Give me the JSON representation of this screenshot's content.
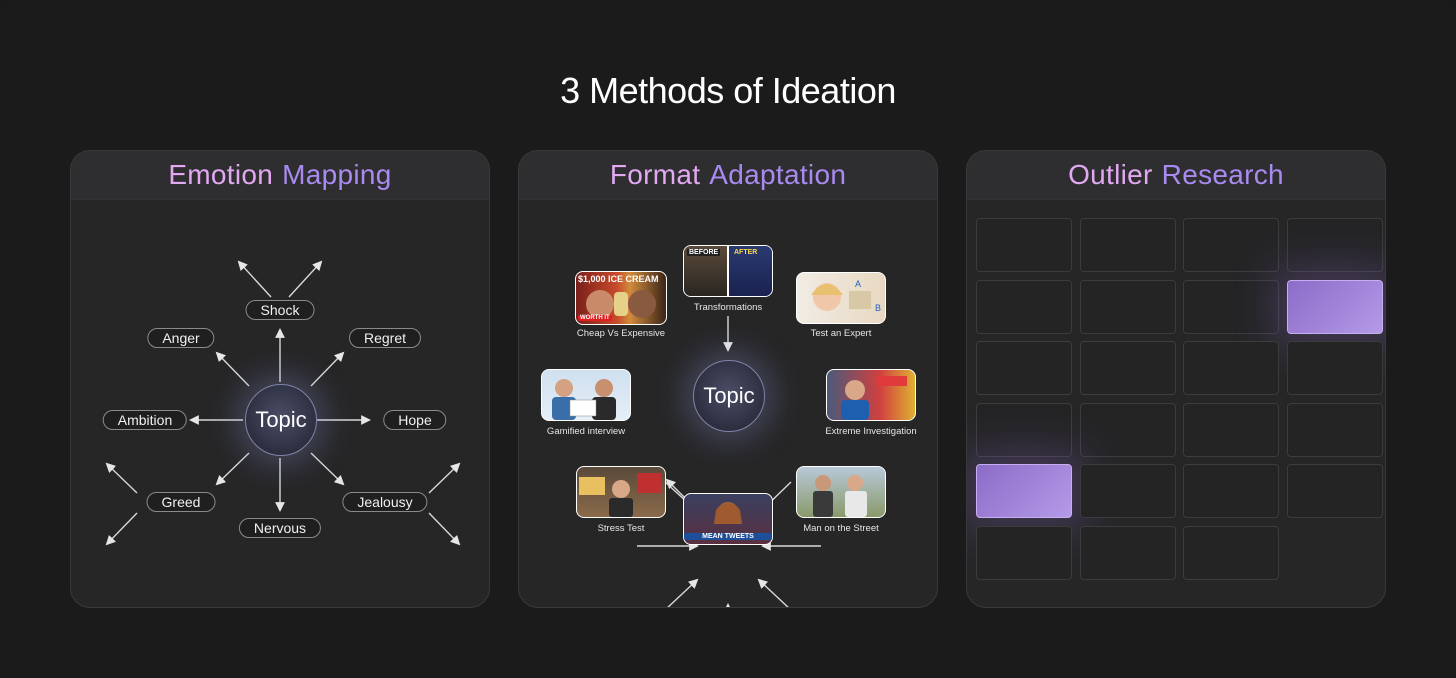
{
  "page": {
    "title": "3 Methods of Ideation"
  },
  "panels": {
    "emotion": {
      "title_word1": "Emotion",
      "title_word2": "Mapping",
      "hub": "Topic",
      "nodes": {
        "shock": "Shock",
        "anger": "Anger",
        "regret": "Regret",
        "ambition": "Ambition",
        "hope": "Hope",
        "greed": "Greed",
        "nervous": "Nervous",
        "jealousy": "Jealousy"
      }
    },
    "format": {
      "title_word1": "Format",
      "title_word2": "Adaptation",
      "hub": "Topic",
      "thumbs": {
        "cheap": {
          "caption": "Cheap Vs Expensive",
          "overlay": "$1,000 ICE CREAM",
          "badge": "WORTH IT"
        },
        "transform": {
          "caption": "Transformations",
          "before": "BEFORE",
          "after": "AFTER"
        },
        "expert": {
          "caption": "Test an Expert"
        },
        "gamified": {
          "caption": "Gamified interview"
        },
        "extreme": {
          "caption": "Extreme Investigation"
        },
        "stress": {
          "caption": "Stress Test"
        },
        "mean": {
          "overlay": "MEAN TWEETS"
        },
        "street": {
          "caption": "Man on the Street"
        }
      }
    },
    "outlier": {
      "title_word1": "Outlier",
      "title_word2": "Research",
      "grid": {
        "rows": 6,
        "cols": 4,
        "last_row_cells": 3,
        "highlighted": [
          [
            1,
            3
          ],
          [
            4,
            0
          ]
        ]
      }
    }
  },
  "colors": {
    "accent_pink": "#e2a8f2",
    "accent_purple": "#a98af0",
    "highlight": "#a98ae0"
  }
}
